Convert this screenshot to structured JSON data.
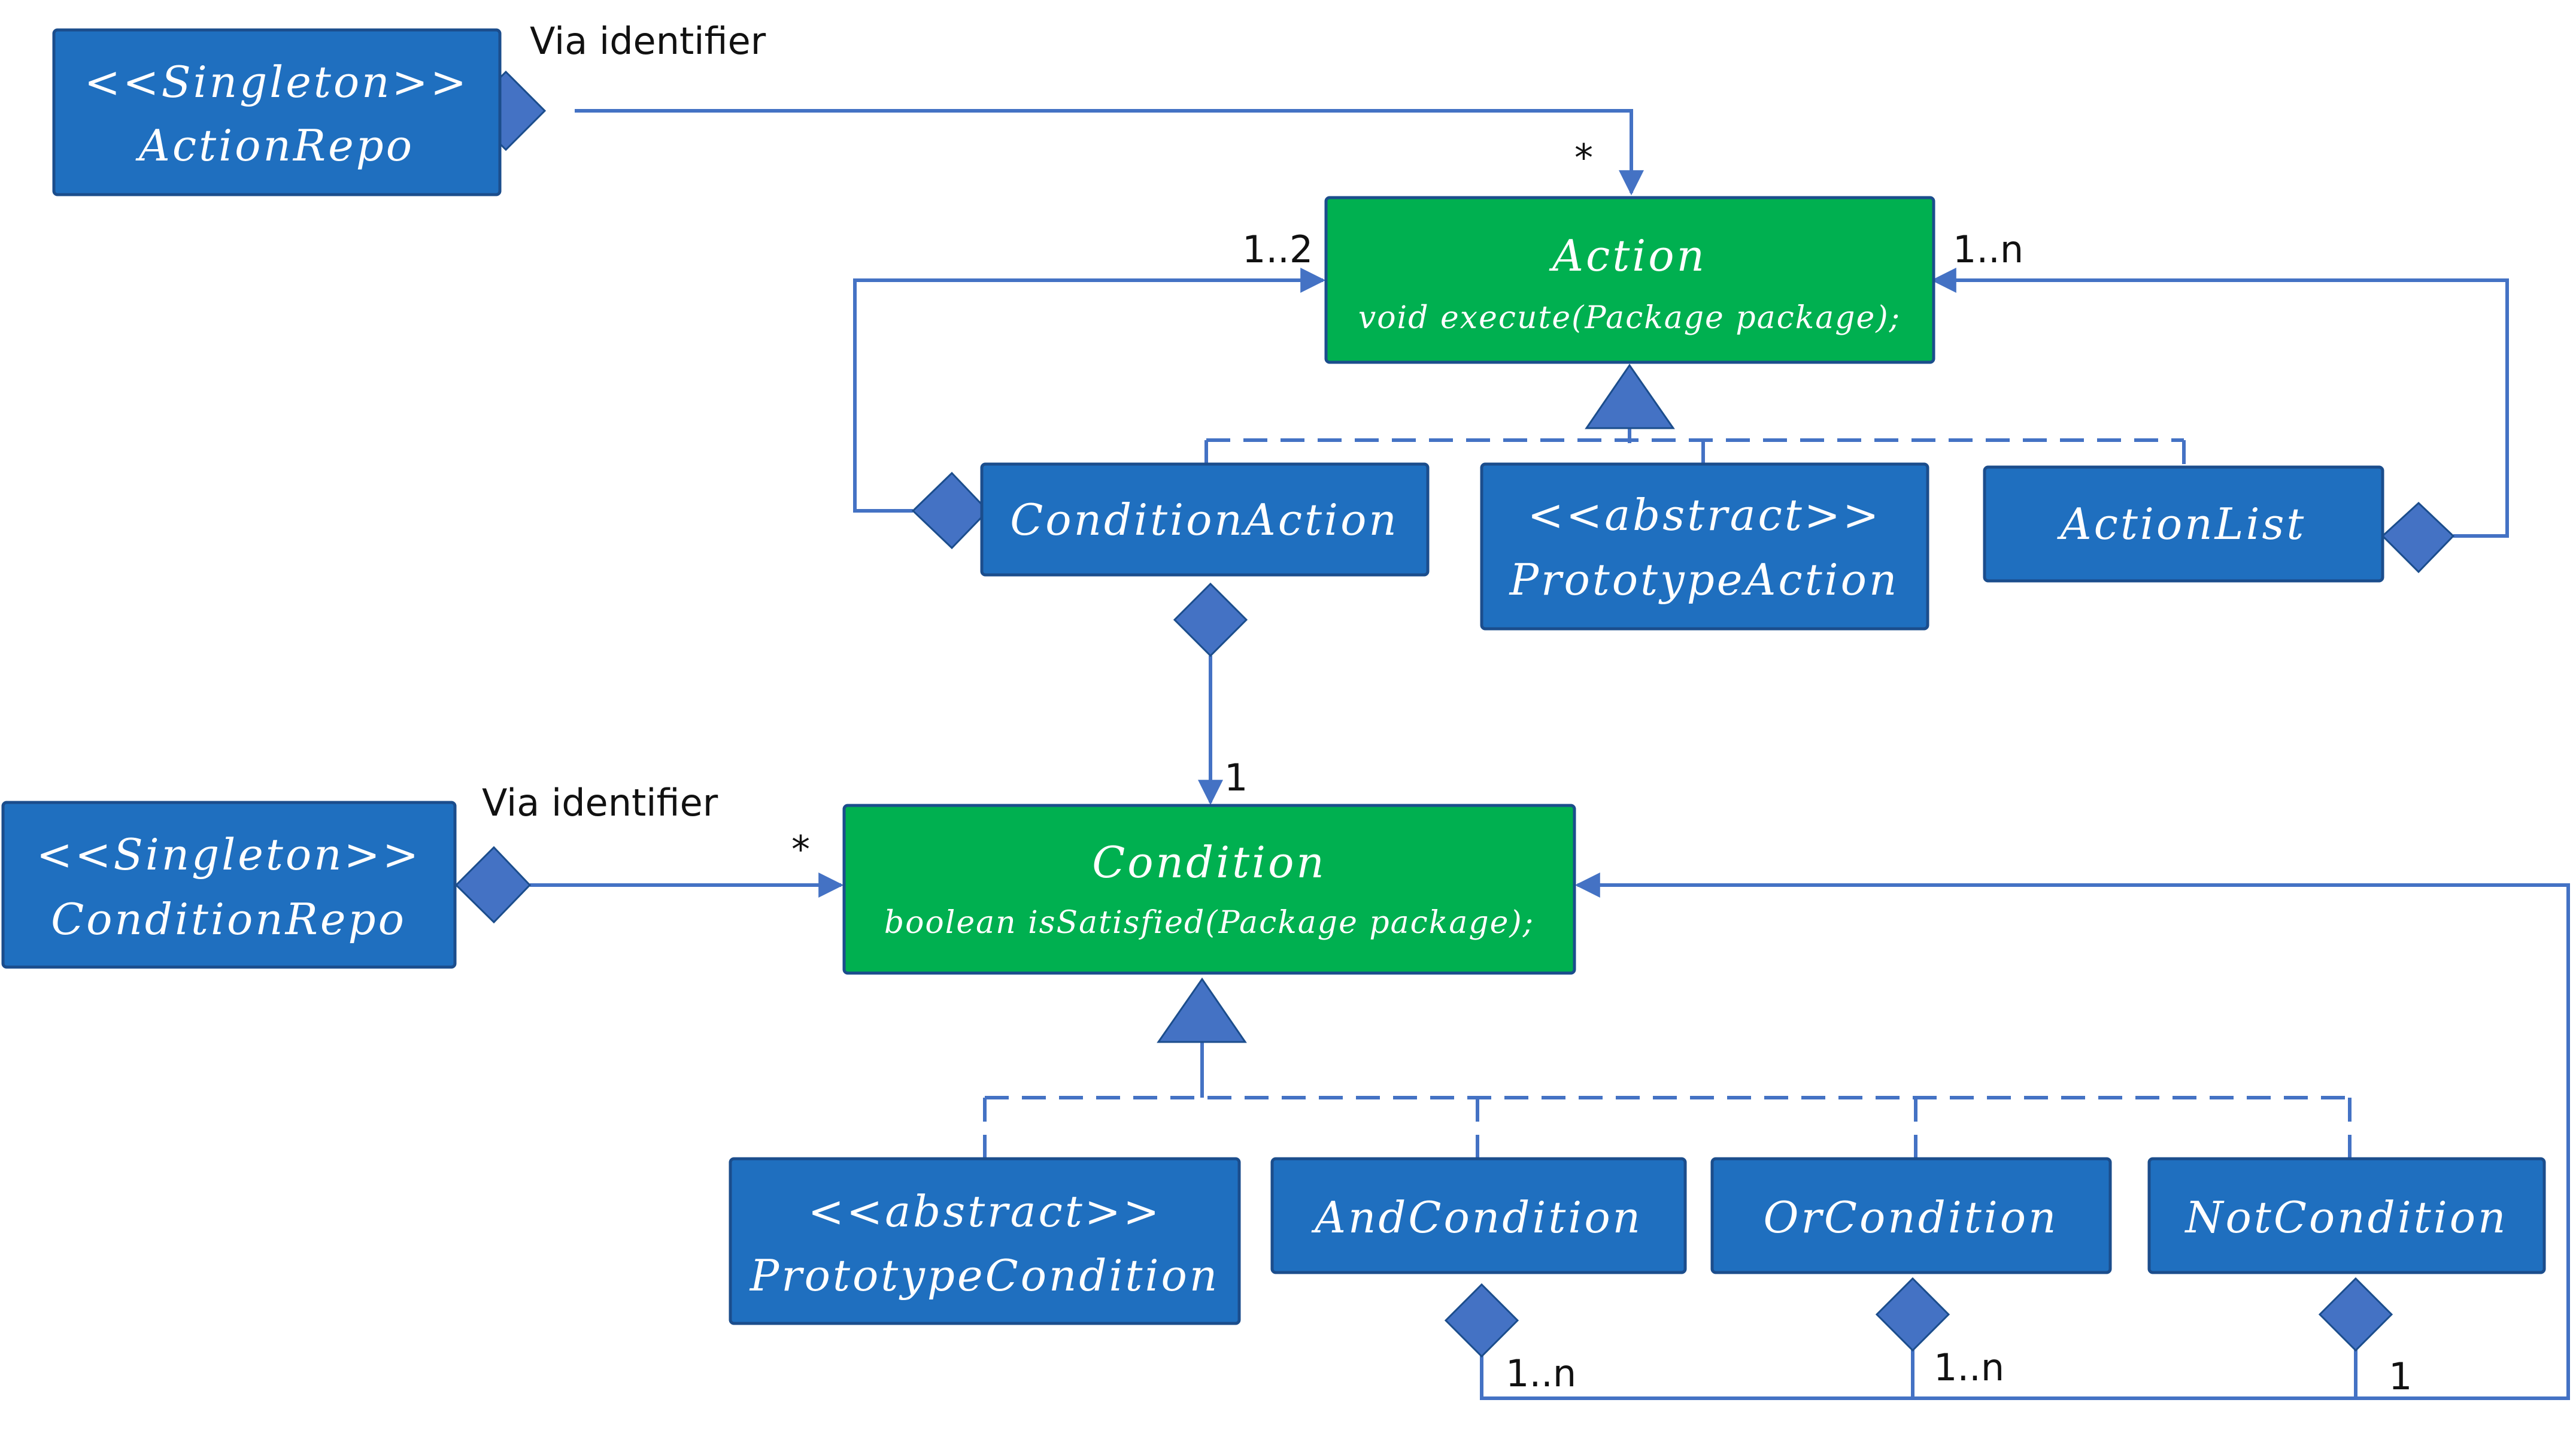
{
  "colors": {
    "class_fill": "#1f6fbf",
    "interface_fill": "#00b050",
    "edge": "#4472c4",
    "border": "#1b4d8c"
  },
  "nodes": {
    "action_repo": {
      "line1": "<<Singleton>>",
      "line2": "ActionRepo"
    },
    "action": {
      "line1": "Action",
      "line2": "void execute(Package package);"
    },
    "condition_action": {
      "line1": "ConditionAction"
    },
    "prototype_action": {
      "line1": "<<abstract>>",
      "line2": "PrototypeAction"
    },
    "action_list": {
      "line1": "ActionList"
    },
    "condition_repo": {
      "line1": "<<Singleton>>",
      "line2": "ConditionRepo"
    },
    "condition": {
      "line1": "Condition",
      "line2": "boolean isSatisfied(Package package);"
    },
    "prototype_condition": {
      "line1": "<<abstract>>",
      "line2": "PrototypeCondition"
    },
    "and_condition": {
      "line1": "AndCondition"
    },
    "or_condition": {
      "line1": "OrCondition"
    },
    "not_condition": {
      "line1": "NotCondition"
    }
  },
  "edge_labels": {
    "action_repo_via": "Via identifier",
    "action_repo_mult": "*",
    "condition_action_to_action": "1..2",
    "action_list_to_action": "1..n",
    "condition_action_to_condition": "1",
    "condition_repo_via": "Via identifier",
    "condition_repo_mult": "*",
    "and_mult": "1..n",
    "or_mult": "1..n",
    "not_mult": "1"
  }
}
